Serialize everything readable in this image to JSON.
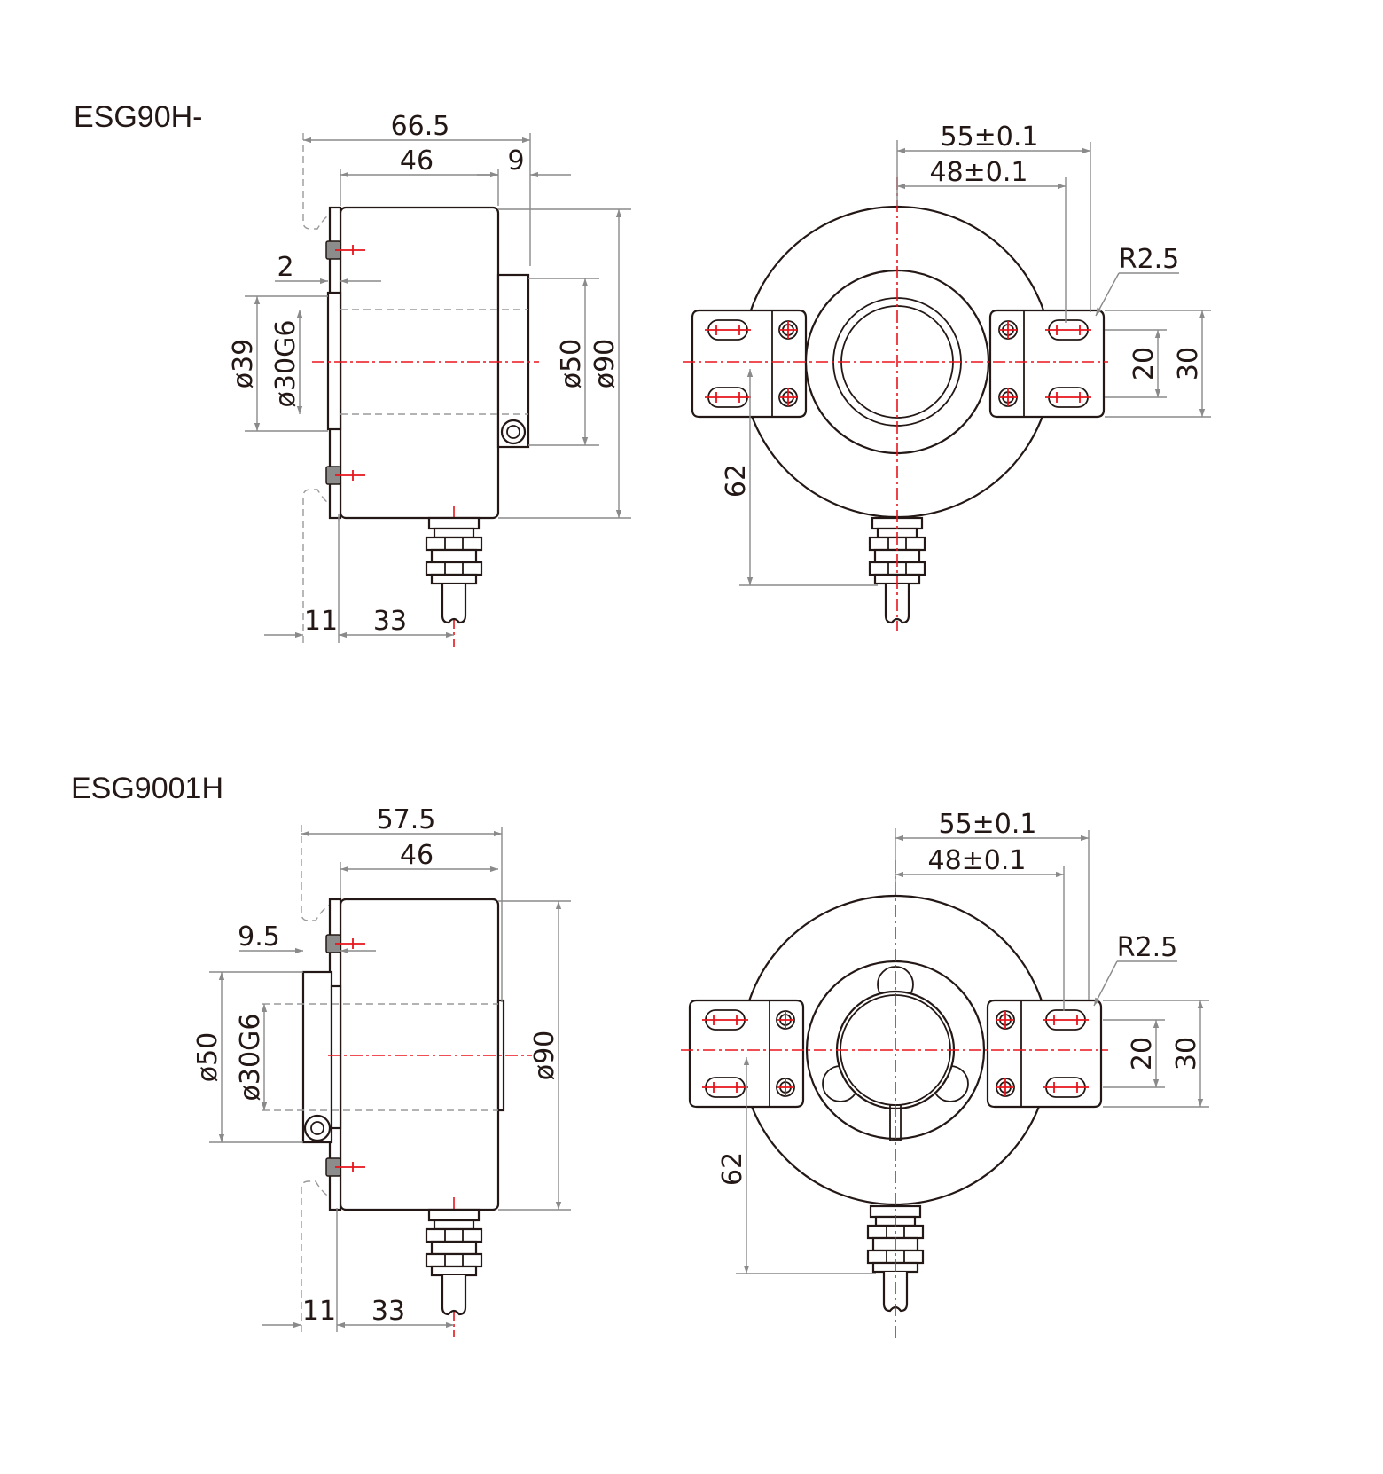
{
  "drawing": {
    "colors": {
      "outline": "#231815",
      "dimension": "#8a8a8a",
      "centerline": "#e8141b"
    },
    "models": [
      {
        "title": "ESG90H-",
        "side_view": {
          "d_66_5": "66.5",
          "d_46": "46",
          "d_9": "9",
          "d_2": "2",
          "d_39": "ø39",
          "d_30g6": "ø30G6",
          "d_50": "ø50",
          "d_90": "ø90",
          "d_11": "11",
          "d_33": "33"
        },
        "front_view": {
          "d_55": "55±0.1",
          "d_48": "48±0.1",
          "r": "R2.5",
          "d_20": "20",
          "d_30": "30",
          "d_62": "62"
        }
      },
      {
        "title": "ESG9001H",
        "side_view": {
          "d_57_5": "57.5",
          "d_46": "46",
          "d_9_5": "9.5",
          "d_50": "ø50",
          "d_30g6": "ø30G6",
          "d_90": "ø90",
          "d_11": "11",
          "d_33": "33"
        },
        "front_view": {
          "d_55": "55±0.1",
          "d_48": "48±0.1",
          "r": "R2.5",
          "d_20": "20",
          "d_30": "30",
          "d_62": "62"
        }
      }
    ]
  }
}
